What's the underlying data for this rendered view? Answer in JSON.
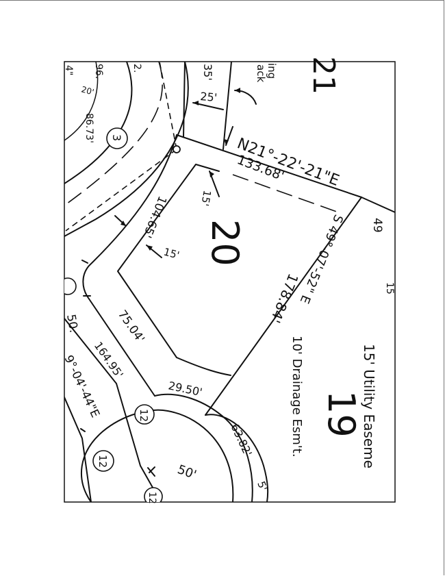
{
  "plat": {
    "lot_numbers": {
      "main": "20",
      "adjacent_east": "19",
      "partial_top": "21"
    },
    "curve_tags": {
      "c3": "3",
      "c12_a": "12",
      "c12_b": "12"
    },
    "bearings": {
      "north_line": "N21°-22'-21\"E",
      "east_line": "S 49°-07'-52\" E",
      "lower_line": "9°-04'-44\"E"
    },
    "distances": {
      "north": "133.68'",
      "east": "178.84'",
      "northwest": "104.65'",
      "southwest": "75.04'",
      "cul_de_sac": "29.50'",
      "arc": "63.82'",
      "road_seg": "164.95'",
      "road_radius": "50'",
      "left_cut": "50.",
      "top_25": "25'",
      "top_35": "35'",
      "arc_chord": "86.73'",
      "upper_small": "20'"
    },
    "setbacks": {
      "front": "15'",
      "side": "15'",
      "side_lower": "5'"
    },
    "easements": {
      "drainage": "10' Drainage Esm't.",
      "utility": "15' Utility Easeme"
    },
    "fragments": {
      "building_1": "ing",
      "building_2": "ack",
      "dim_49": "49",
      "dim_15": "15",
      "f4": "4\"",
      "f96": "96.",
      "f2": "2.",
      "f12": "12"
    }
  }
}
